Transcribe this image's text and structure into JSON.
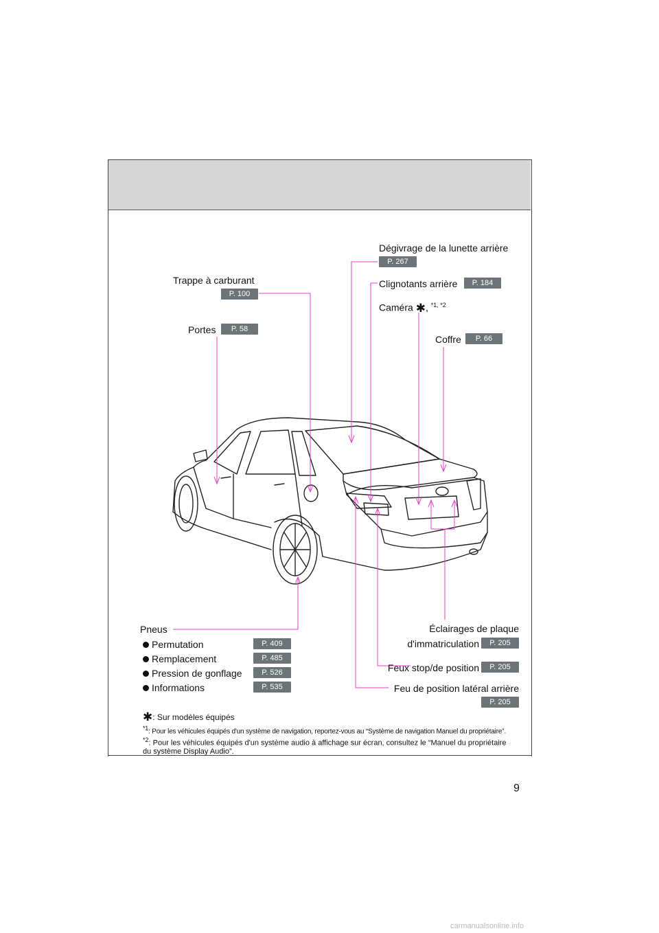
{
  "labels": {
    "degivrage": "Dégivrage de la lunette arrière",
    "trappe": "Trappe à carburant",
    "clignotants": "Clignotants arrière",
    "camera": "Caméra",
    "camera_refs": "*1, *2",
    "portes": "Portes",
    "coffre": "Coffre",
    "pneus": "Pneus",
    "pneus_items": [
      "Permutation",
      "Remplacement",
      "Pression de gonflage",
      "Informations"
    ],
    "eclairages_line1": "Éclairages de plaque",
    "eclairages_line2": "d'immatriculation",
    "feux_stop": "Feux stop/de position",
    "feu_lateral": "Feu de position latéral arrière"
  },
  "pages": {
    "degivrage": "P. 267",
    "trappe": "P. 100",
    "clignotants": "P. 184",
    "portes": "P. 58",
    "coffre": "P. 66",
    "pneus": [
      "P. 409",
      "P. 485",
      "P. 526",
      "P. 535"
    ],
    "eclairages": "P. 205",
    "feux_stop": "P. 205",
    "feu_lateral": "P. 205"
  },
  "notes": {
    "star": ": Sur modèles équipés",
    "note1_mark": "*1",
    "note1": ": Pour les véhicules équipés d'un système de navigation, reportez-vous au “Système de navigation Manuel du propriétaire”.",
    "note2_mark": "*2",
    "note2": ": Pour les véhicules équipés d'un système audio à affichage sur écran, consultez le “Manuel du propriétaire du système Display Audio”."
  },
  "page_number": "9",
  "watermark": "carmanualsonline.info",
  "colors": {
    "leader": "#e040c8",
    "badge": "#6c7478",
    "band": "#d6d6d6"
  }
}
